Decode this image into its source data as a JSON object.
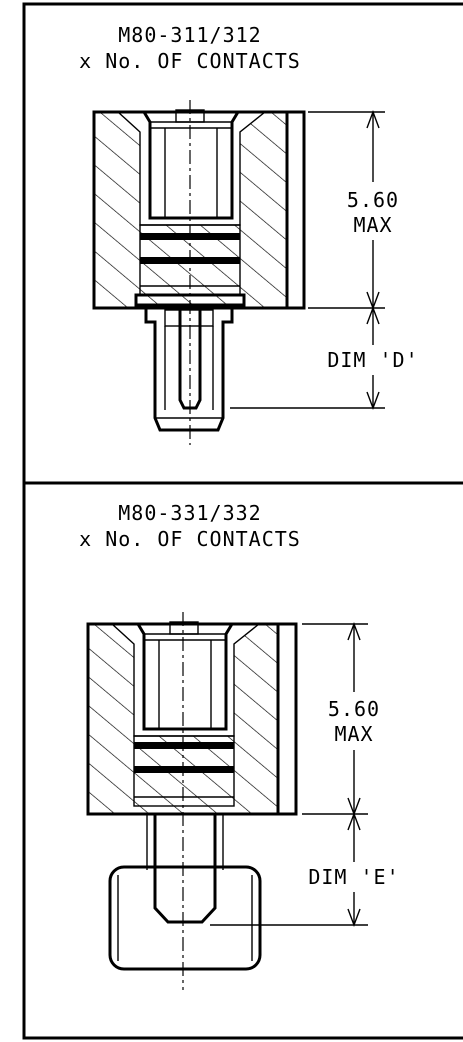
{
  "top_view": {
    "part_number": "M80-311/312",
    "subtitle": "x No. OF CONTACTS",
    "dim_value": "5.60",
    "dim_unit": "MAX",
    "dim_label": "DIM 'D'"
  },
  "bottom_view": {
    "part_number": "M80-331/332",
    "subtitle": "x No. OF CONTACTS",
    "dim_value": "5.60",
    "dim_unit": "MAX",
    "dim_label": "DIM 'E'"
  }
}
